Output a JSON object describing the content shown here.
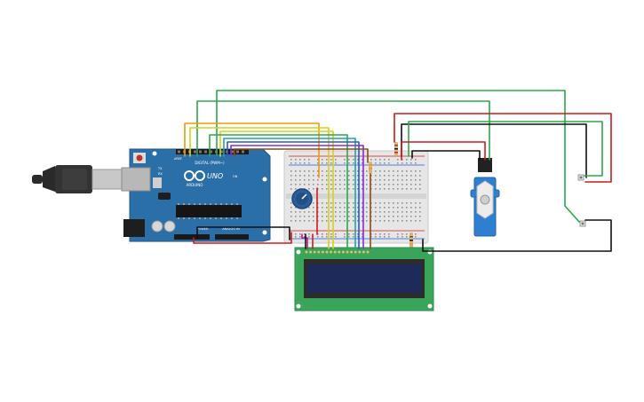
{
  "arduino": {
    "brand_text": "UNO",
    "board_text": "ARDUINO",
    "digital_label": "DIGITAL (PWM~)",
    "power_label": "POWER",
    "analog_label": "ANALOG IN",
    "tx_label": "TX",
    "rx_label": "RX",
    "on_label": "ON",
    "aref_label": "AREF",
    "gnd_label": "GND"
  },
  "colors": {
    "arduino_board": "#2b6fa8",
    "usb_plug": "#2a2a2a",
    "breadboard": "#e8e8e8",
    "lcd_pcb": "#3aa45a",
    "lcd_screen": "#1e2a5a",
    "servo_body": "#2f7fd0",
    "potentiometer": "#2c5e9e",
    "wire_red": "#d11a1a",
    "wire_green": "#2aa84a",
    "wire_black": "#111111",
    "wire_orange": "#ee9a0c",
    "wire_yellow": "#d8cf1c",
    "wire_blue": "#2858d8",
    "wire_purple": "#8a2ad6",
    "wire_teal": "#1aa6a6",
    "wire_brown": "#8a4a14",
    "wire_magenta": "#c01a8a"
  },
  "components": [
    "arduino-uno",
    "usb-cable",
    "breadboard",
    "potentiometer",
    "lcd-16x2",
    "servo-motor",
    "resistor",
    "pushbutton"
  ]
}
